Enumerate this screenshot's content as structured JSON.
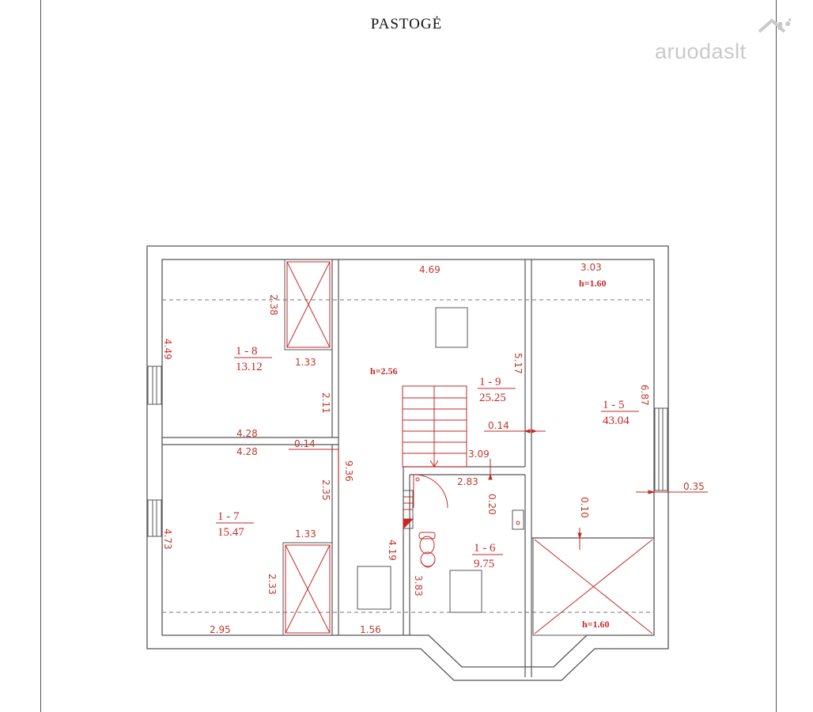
{
  "title": "PASTOGĖ",
  "watermark": {
    "brand": "aruodas",
    "tld": "lt",
    "color": "#c9c9c9"
  },
  "colors": {
    "walls": "#555555",
    "annotations": "#c62828",
    "dashed": "#777777"
  },
  "rooms": [
    {
      "id": "1 - 8",
      "area": "13.12"
    },
    {
      "id": "1 - 7",
      "area": "15.47"
    },
    {
      "id": "1 - 9",
      "area": "25.25"
    },
    {
      "id": "1 - 6",
      "area": "9.75"
    },
    {
      "id": "1 - 5",
      "area": "43.04"
    }
  ],
  "heights": {
    "h1": "h=1.60",
    "h2": "h=2.56",
    "h3": "h=1.60"
  },
  "dimensions": {
    "d_4_69": "4.69",
    "d_3_03": "3.03",
    "d_2_38": "2.38",
    "d_4_49": "4.49",
    "d_1_33a": "1.33",
    "d_5_17": "5.17",
    "d_2_11": "2.11",
    "d_6_87": "6.87",
    "d_4_28a": "4.28",
    "d_4_28b": "4.28",
    "d_0_14a": "0.14",
    "d_0_14b": "0.14",
    "d_3_09": "3.09",
    "d_9_36": "9.36",
    "d_2_83": "2.83",
    "d_2_35": "2.35",
    "d_0_20": "0.20",
    "d_0_35": "0.35",
    "d_0_10": "0.10",
    "d_4_73": "4.73",
    "d_1_33b": "1.33",
    "d_4_19": "4.19",
    "d_2_33": "2.33",
    "d_3_83": "3.83",
    "d_2_95": "2.95",
    "d_1_56": "1.56"
  }
}
